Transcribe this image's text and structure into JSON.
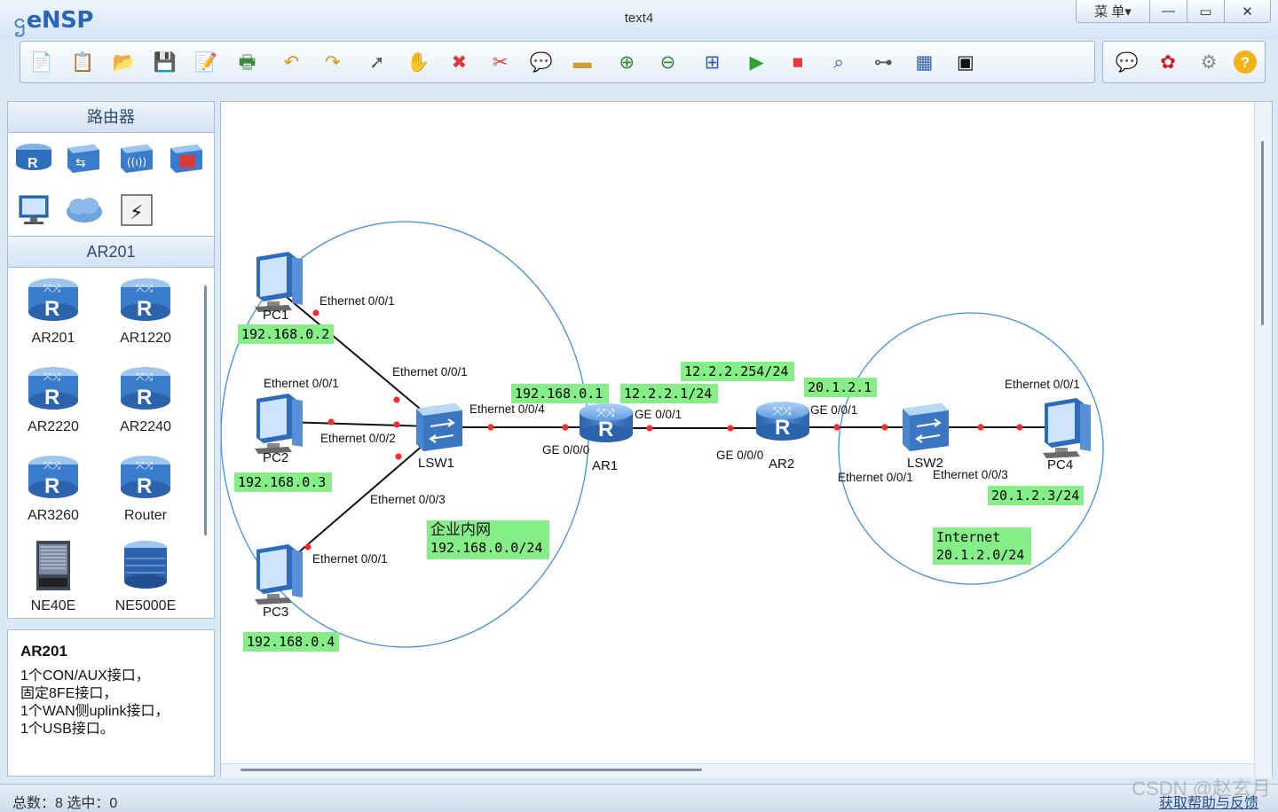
{
  "app": {
    "name": "eNSP",
    "title": "text4"
  },
  "window": {
    "menu_label": "菜 单▾",
    "minimize": "—",
    "maximize": "▭",
    "close": "✕"
  },
  "toolbar": {
    "buttons": [
      {
        "name": "new-topology-icon",
        "glyph": "📄"
      },
      {
        "name": "new-example-icon",
        "glyph": "📋"
      },
      {
        "name": "open-icon",
        "glyph": "📂"
      },
      {
        "name": "save-icon",
        "glyph": "💾"
      },
      {
        "name": "save-as-icon",
        "glyph": "📝"
      },
      {
        "name": "print-icon",
        "glyph": "🖶"
      },
      {
        "name": "undo-icon",
        "glyph": "↶"
      },
      {
        "name": "redo-icon",
        "glyph": "↷"
      },
      {
        "name": "select-icon",
        "glyph": "➚"
      },
      {
        "name": "pan-hand-icon",
        "glyph": "✋"
      },
      {
        "name": "delete-icon",
        "glyph": "✖"
      },
      {
        "name": "delete-link-icon",
        "glyph": "✂"
      },
      {
        "name": "text-annotation-icon",
        "glyph": "💬"
      },
      {
        "name": "rectangle-icon",
        "glyph": "▬"
      },
      {
        "name": "zoom-in-icon",
        "glyph": "⊕"
      },
      {
        "name": "zoom-out-icon",
        "glyph": "⊖"
      },
      {
        "name": "fit-view-icon",
        "glyph": "⊞"
      },
      {
        "name": "start-device-icon",
        "glyph": "▶"
      },
      {
        "name": "stop-device-icon",
        "glyph": "■"
      },
      {
        "name": "capture-icon",
        "glyph": "⌕"
      },
      {
        "name": "topology-icon",
        "glyph": "⊶"
      },
      {
        "name": "grid-icon",
        "glyph": "▦"
      },
      {
        "name": "screenshot-icon",
        "glyph": "▣"
      }
    ],
    "right_buttons": [
      {
        "name": "forum-icon",
        "glyph": "💬"
      },
      {
        "name": "huawei-icon",
        "glyph": "✿"
      },
      {
        "name": "settings-icon",
        "glyph": "⚙"
      },
      {
        "name": "help-icon",
        "glyph": "?"
      }
    ]
  },
  "sidebar": {
    "category_title": "路由器",
    "subcategory_title": "AR201",
    "devices": [
      "AR201",
      "AR1220",
      "AR2220",
      "AR2240",
      "AR3260",
      "Router",
      "NE40E",
      "NE5000E"
    ],
    "description": {
      "title": "AR201",
      "lines": [
        "1个CON/AUX接口，",
        "固定8FE接口，",
        "1个WAN侧uplink接口，",
        "1个USB接口。"
      ]
    }
  },
  "topology": {
    "nodes": {
      "pc1": "PC1",
      "pc2": "PC2",
      "pc3": "PC3",
      "pc4": "PC4",
      "lsw1": "LSW1",
      "lsw2": "LSW2",
      "ar1": "AR1",
      "ar2": "AR2"
    },
    "ports": {
      "pc1_eth": "Ethernet 0/0/1",
      "lsw1_e1": "Ethernet 0/0/1",
      "pc2_eth": "Ethernet 0/0/1",
      "lsw1_e2": "Ethernet 0/0/2",
      "lsw1_e4": "Ethernet 0/0/4",
      "lsw1_e3": "Ethernet 0/0/3",
      "pc3_eth": "Ethernet 0/0/1",
      "ar1_ge0": "GE 0/0/0",
      "ar1_ge1": "GE 0/0/1",
      "ar2_ge0": "GE 0/0/0",
      "ar2_ge1": "GE 0/0/1",
      "lsw2_e1": "Ethernet 0/0/1",
      "lsw2_e3": "Ethernet 0/0/3",
      "pc4_eth": "Ethernet 0/0/1"
    },
    "labels": {
      "pc1_ip": "192.168.0.2",
      "pc2_ip": "192.168.0.3",
      "pc3_ip": "192.168.0.4",
      "ar1_lan_ip": "192.168.0.1",
      "ar1_wan_ip": "12.2.2.1/24",
      "ar2_wan_ip": "12.2.2.254/24",
      "ar2_lan_ip": "20.1.2.1",
      "pc4_ip": "20.1.2.3/24",
      "lan_name": "企业内网",
      "lan_net": "192.168.0.0/24",
      "inet_name": "Internet",
      "inet_net": "20.1.2.0/24"
    },
    "colors": {
      "label_bg": "#86ee86",
      "circle": "#3d8fe0",
      "link": "#111111",
      "port_dot": "#ff2b2b"
    }
  },
  "status": {
    "left": "总数：8  选中：0",
    "right": "获取帮助与反馈",
    "watermark": "CSDN @赵玄月"
  }
}
